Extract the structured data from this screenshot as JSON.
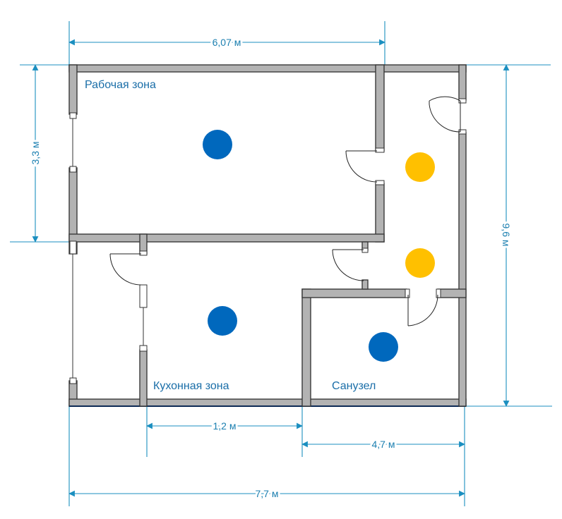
{
  "rooms": {
    "work": "Рабочая зона",
    "kitchen": "Кухонная зона",
    "bath": "Санузел"
  },
  "dimensions": {
    "top_width": "6,07 м",
    "left_height": "3,3 м",
    "right_height": "9,6 м",
    "kitchen_width": "1,2 м",
    "bath_width": "4,7 м",
    "total_width": "7,7 м"
  },
  "colors": {
    "blue_light": "#0068bd",
    "yellow_light": "#ffc000",
    "dimension": "#1b8fc0",
    "wall": "#b3b3b3"
  }
}
